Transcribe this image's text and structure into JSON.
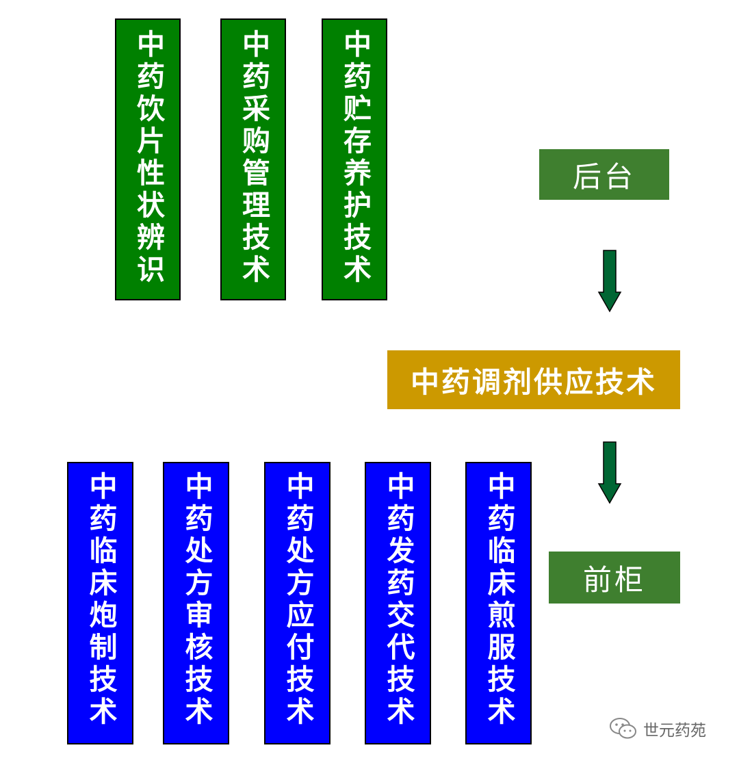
{
  "back_label": "后台",
  "front_label": "前柜",
  "center_label": "中药调剂供应技术",
  "back_items": [
    "中药饮片性状辨识",
    "中药采购管理技术",
    "中药贮存养护技术"
  ],
  "front_items": [
    "中药临床炮制技术",
    "中药处方审核技术",
    "中药处方应付技术",
    "中药发药交代技术",
    "中药临床煎服技术"
  ],
  "watermark_text": "世元药苑",
  "watermark_icon": "wechat-icon",
  "colors": {
    "green_box": "#008000",
    "blue_box": "#0000ff",
    "label_box": "#3f7f2f",
    "center_box": "#cc9900",
    "arrow": "#006633"
  }
}
